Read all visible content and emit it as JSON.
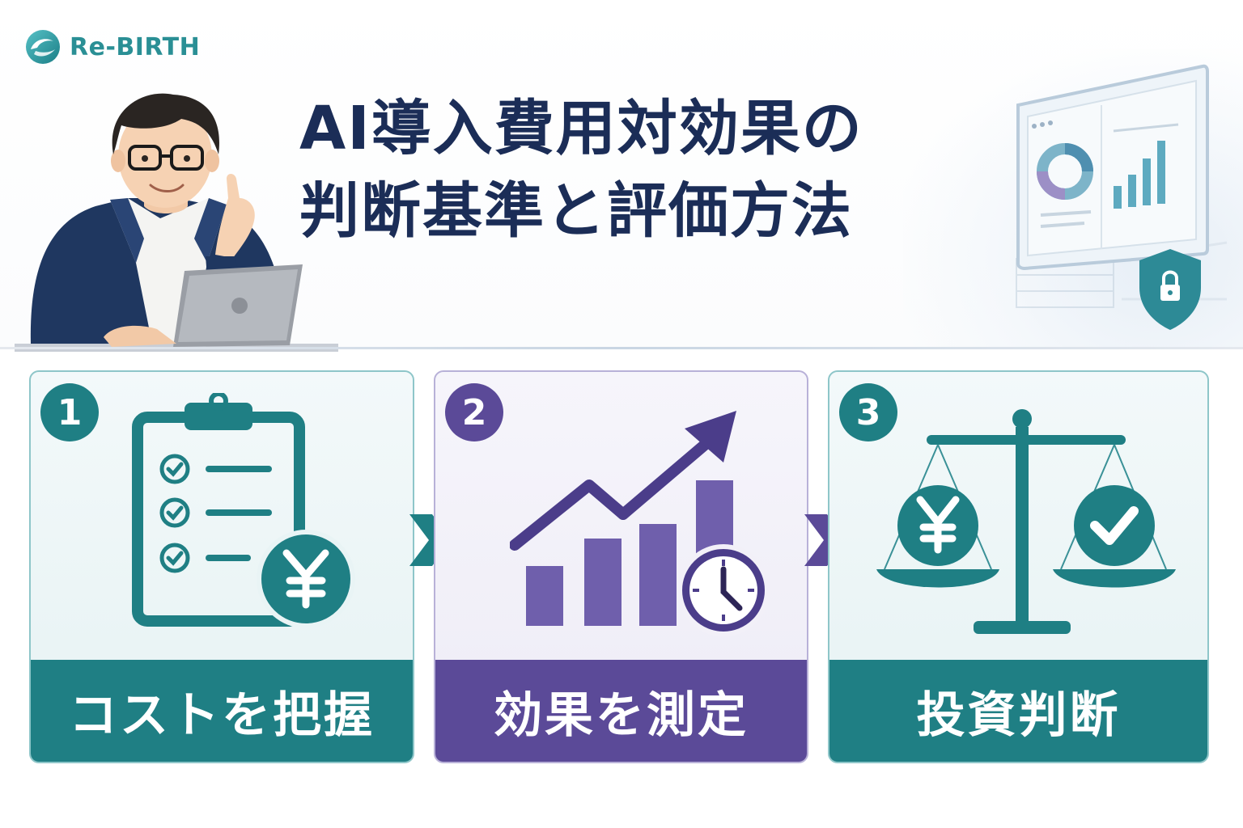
{
  "brand": {
    "name": "Re-BIRTH"
  },
  "title": {
    "line1": "AI導入費用対効果の",
    "line2": "判断基準と評価方法"
  },
  "steps": [
    {
      "number": "1",
      "label": "コストを把握",
      "icon": "clipboard-checklist-yen-icon"
    },
    {
      "number": "2",
      "label": "効果を測定",
      "icon": "growth-chart-clock-icon"
    },
    {
      "number": "3",
      "label": "投資判断",
      "icon": "balance-scale-yen-check-icon"
    }
  ],
  "colors": {
    "navy": "#1b2d57",
    "teal": "#1f7f84",
    "purple": "#5b4a98",
    "brand": "#2a8f95"
  }
}
